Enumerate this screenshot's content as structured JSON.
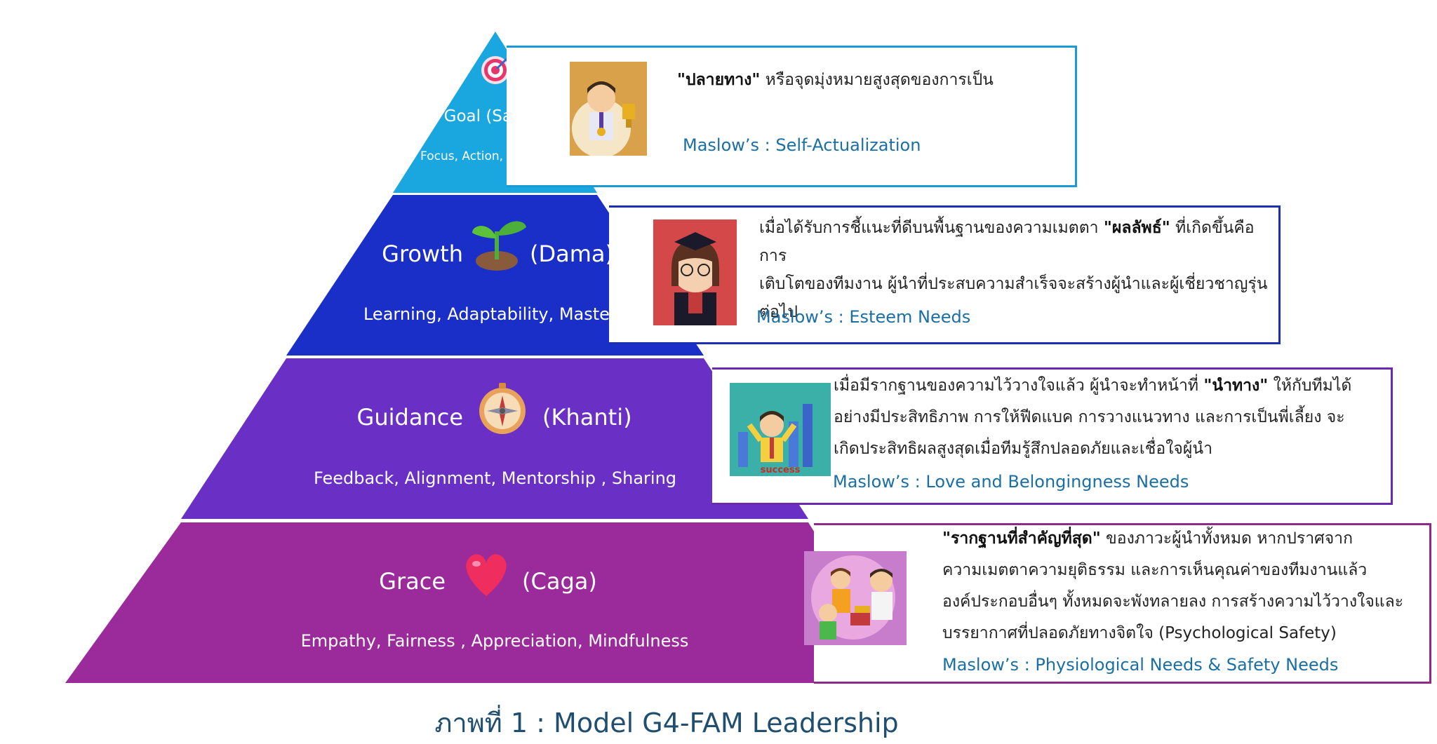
{
  "tiers": {
    "goal": {
      "title": "Goal (Sacca)",
      "subtitle": "Focus, Action, Motivation",
      "icon": "target-icon",
      "color": "#1aa6de",
      "desc_bold": "\"ปลายทาง\"",
      "desc_rest": " หรือจุดมุ่งหมายสูงสุดของการเป็น",
      "maslow": "Maslow’s : Self-Actualization",
      "border_color": "#1a9ad6"
    },
    "growth": {
      "title_left": "Growth",
      "title_right": "(Dama)",
      "subtitle": "Learning, Adaptability, Mastery",
      "icon": "sprout-icon",
      "color": "#1a2fc8",
      "desc_line1_pre": "เมื่อได้รับการชี้แนะที่ดีบนพื้นฐานของความเมตตา ",
      "desc_line1_bold": "\"ผลลัพธ์\"",
      "desc_line1_post": " ที่เกิดขึ้นคือการ",
      "desc_line2": "เติบโตของทีมงาน ผู้นำที่ประสบความสำเร็จจะสร้างผู้นำและผู้เชี่ยวชาญรุ่น",
      "desc_line3": "ต่อไป",
      "maslow": "Maslow’s : Esteem Needs",
      "border_color": "#1c2fb0"
    },
    "guidance": {
      "title_left": "Guidance",
      "title_right": "(Khanti)",
      "subtitle": "Feedback, Alignment, Mentorship , Sharing",
      "icon": "compass-icon",
      "color": "#6a2fc4",
      "desc_line1_pre": "เมื่อมีรากฐานของความไว้วางใจแล้ว ผู้นำจะทำหน้าที่ ",
      "desc_line1_bold": "\"นำทาง\"",
      "desc_line1_post": " ให้กับทีมได้",
      "desc_line2": "อย่างมีประสิทธิภาพ การให้ฟีดแบค การวางแนวทาง และการเป็นพี่เลี้ยง จะ",
      "desc_line3": "เกิดประสิทธิผลสูงสุดเมื่อทีมรู้สึกปลอดภัยและเชื่อใจผู้นำ",
      "maslow": "Maslow’s : Love and Belongingness Needs",
      "thumb_label": "success",
      "border_color": "#6a2ab0"
    },
    "grace": {
      "title_left": "Grace",
      "title_right": "(Caga)",
      "subtitle": "Empathy, Fairness , Appreciation, Mindfulness",
      "icon": "heart-icon",
      "color": "#9b2a9a",
      "desc_line1_bold": "\"รากฐานที่สำคัญที่สุด\"",
      "desc_line1_post": " ของภาวะผู้นำทั้งหมด หากปราศจาก",
      "desc_line2": "ความเมตตาความยุติธรรม และการเห็นคุณค่าของทีมงานแล้ว",
      "desc_line3": "องค์ประกอบอื่นๆ ทั้งหมดจะพังทลายลง การสร้างความไว้วางใจและ",
      "desc_line4": "บรรยากาศที่ปลอดภัยทางจิตใจ (Psychological Safety)",
      "maslow": "Maslow’s : Physiological Needs & Safety Needs",
      "border_color": "#8e2a8c"
    }
  },
  "caption": "ภาพที่ 1 : Model  G4-FAM Leadership"
}
